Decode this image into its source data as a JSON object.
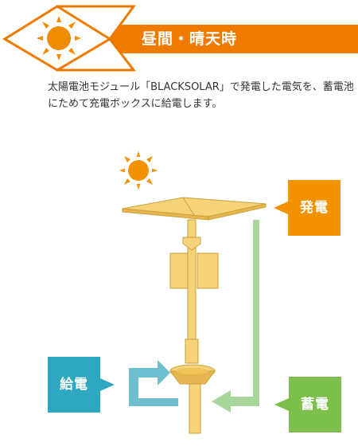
{
  "header": {
    "title": "昼間・晴天時",
    "accent_color": "#ee7a00",
    "sun_color": "#f08c00",
    "icon": "sun-icon"
  },
  "description": "太陽電池モジュール「BLACKSOLAR」で発電した電気を、蓄電池にためて充電ボックスに給電します。",
  "diagram": {
    "labels": {
      "generation": "発電",
      "supply": "給電",
      "storage": "蓄電"
    },
    "colors": {
      "generation": "#f39200",
      "supply": "#2ea7c0",
      "storage": "#7cbf4a",
      "green_arrow": "#a8d59a",
      "blue_arrow": "#6dbfcf",
      "pole": "#f6d278"
    },
    "icons": [
      "sun-icon",
      "solar-panel",
      "street-pole",
      "battery-box"
    ]
  }
}
